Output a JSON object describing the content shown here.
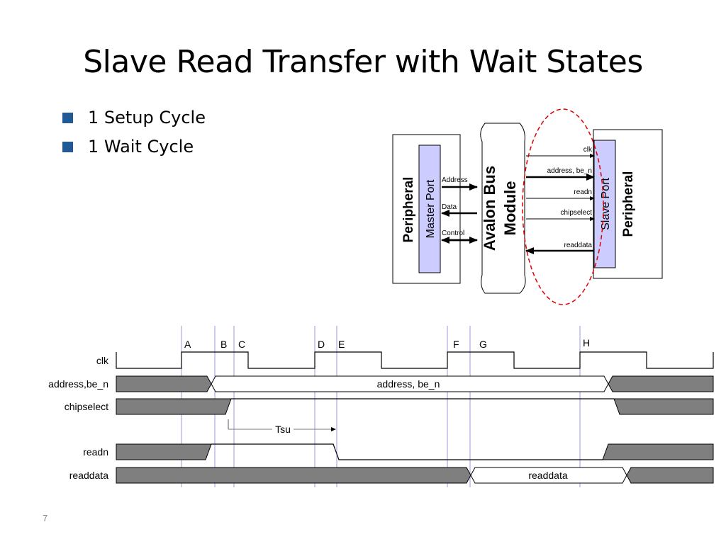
{
  "slide": {
    "title": "Slave Read Transfer with Wait States",
    "bullets": [
      "1 Setup Cycle",
      "1 Wait Cycle"
    ],
    "page_number": "7"
  },
  "block_diagram": {
    "left_peripheral": "Peripheral",
    "master_port": "Master Port",
    "bus": [
      "Avalon Bus",
      "Module"
    ],
    "slave_port": "Slave Port",
    "right_peripheral": "Peripheral",
    "master_signals": [
      "Address",
      "Data",
      "Control"
    ],
    "slave_signals": [
      "clk",
      "address, be_n",
      "readn",
      "chipselect",
      "readdata"
    ]
  },
  "timing_diagram": {
    "markers": [
      "A",
      "B",
      "C",
      "D",
      "E",
      "F",
      "G",
      "H"
    ],
    "signal_names": [
      "clk",
      "address,be_n",
      "chipselect",
      "readn",
      "readdata"
    ],
    "address_value": "address, be_n",
    "readdata_value": "readdata",
    "setup_label": "Tsu"
  },
  "colors": {
    "bullet": "#1f5a96",
    "port_fill": "#ccccff",
    "bus_shaded": "#7f7f7f",
    "marker_line": "#9999dd",
    "highlight_ellipse": "#e00000"
  }
}
